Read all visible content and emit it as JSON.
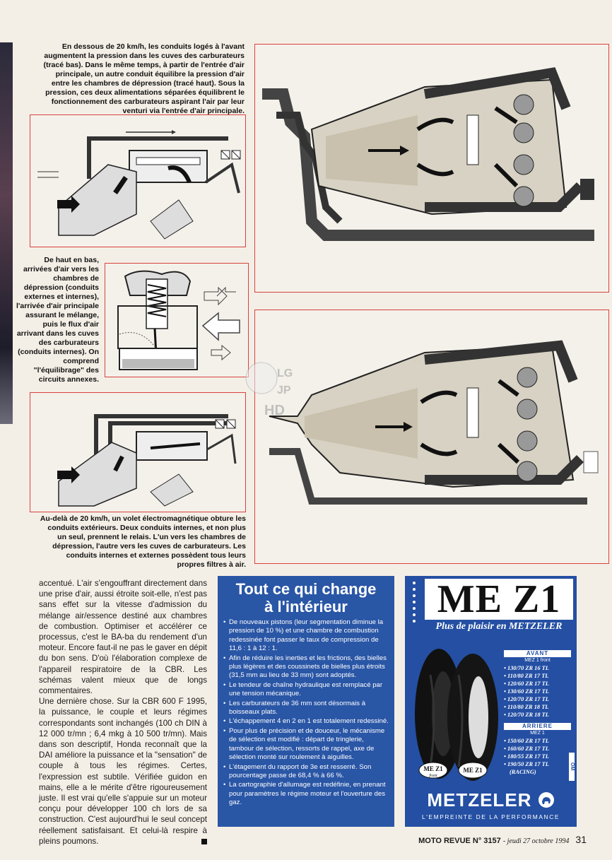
{
  "captions": {
    "top": "En dessous de 20 km/h, les conduits logés à l'avant augmentent la pression dans les cuves des carburateurs (tracé bas). Dans le même temps, à partir de l'entrée d'air principale, un autre conduit équilibre la pression d'air entre les chambres de dépression (tracé haut). Sous la pression, ces deux alimentations séparées équilibrent le fonctionnement des carburateurs aspirant l'air par leur venturi via l'entrée d'air principale.",
    "middle": "De haut en bas, arrivées d'air vers les chambres de dépression (conduits externes et internes), l'arrivée d'air principale assurant le mélange, puis le flux d'air arrivant dans les cuves des carburateurs (conduits internes). On comprend \"l'équilibrage\" des circuits annexes.",
    "bottom": "Au-delà de 20 km/h, un volet électromagnétique obture les conduits extérieurs. Deux conduits internes, et non plus un seul, prennent le relais. L'un vers les chambres de dépression, l'autre vers les cuves de carburateurs. Les conduits internes et externes possèdent tous leurs propres filtres à air."
  },
  "article": {
    "paragraph1": "accentué. L'air s'engouffrant directement dans une prise d'air, aussi étroite soit-elle, n'est pas sans effet sur la vitesse d'admission du mélange air/essence destiné aux chambres de combustion. Optimiser et accélérer ce processus, c'est le BA-ba du rendement d'un moteur. Encore faut-il ne pas le gaver en dépit du bon sens. D'où l'élaboration complexe de l'appareil respiratoire de la CBR. Les schémas valent mieux que de longs commentaires.",
    "paragraph2": "Une dernière chose. Sur la CBR 600 F 1995, la puissance, le couple et leurs régimes correspondants sont inchangés (100 ch DIN à 12 000 tr/mn ; 6,4 mkg à 10 500 tr/mn). Mais dans son descriptif, Honda reconnaît que la DAI améliore la puissance et la \"sensation\" de couple à tous les régimes. Certes, l'expression est subtile. Vérifiée guidon en mains, elle a le mérite d'être rigoureusement juste. Il est vrai qu'elle s'appuie sur un moteur conçu pour développer 100 ch lors de sa construction. C'est aujourd'hui le seul concept réellement satisfaisant. Et celui-là respire à pleins poumons."
  },
  "box": {
    "title_line1": "Tout ce qui change",
    "title_line2": "à l'intérieur",
    "items": [
      "De nouveaux pistons (leur segmentation diminue la pression de 10 %) et une chambre de combustion redessinée font passer le taux de compression de 11,6 : 1 à 12 : 1.",
      "Afin de réduire les inerties et les frictions, des bielles plus légères et des coussinets de bielles plus étroits (31,5 mm au lieu de 33 mm) sont adoptés.",
      "Le tendeur de chaîne hydraulique est remplacé par une tension mécanique.",
      "Les carburateurs de 36 mm sont désormais à boisseaux plats.",
      "L'échappement 4 en 2 en 1 est totalement redessiné.",
      "Pour plus de précision et de douceur, le mécanisme de sélection est modifié : départ de tringlerie, tambour de sélection, ressorts de rappel, axe de sélection monté sur roulement à aiguilles.",
      "L'étagement du rapport de 3e est resserré. Son pourcentage passe de 68,4 % à 66 %.",
      "La cartographie d'allumage est redéfinie, en prenant pour paramètres le régime moteur et l'ouverture des gaz."
    ]
  },
  "ad": {
    "title": "ME Z1",
    "tagline": "Plus de plaisir en METZELER",
    "front_head": "AVANT",
    "front_sub": "MEZ 1 front",
    "front_sizes": [
      "130/70 ZR 16 TL",
      "110/80 ZR 17 TL",
      "120/60 ZR 17 TL",
      "130/60 ZR 17 TL",
      "120/70 ZR 17 TL",
      "110/80 ZR 18 TL",
      "120/70 ZR 18 TL"
    ],
    "rear_head": "ARRIERE",
    "rear_sub": "MEZ 1",
    "rear_sizes": [
      "150/60 ZR 17 TL",
      "160/60 ZR 17 TL",
      "180/55 ZR 17 TL",
      "190/50 ZR 17 TL",
      "(RACING)"
    ],
    "tire_label_front": "ME Z1",
    "tire_label_front_sub": "front",
    "tire_label_rear": "ME Z1",
    "brand": "METZELER",
    "brand_tagline": "L'EMPREINTE DE LA PERFORMANCE",
    "side_mark": "OM"
  },
  "watermark": [
    "LG",
    "JP",
    "HD"
  ],
  "folio": {
    "magazine": "MOTO REVUE N° 3157",
    "date": "- jeudi 27 octobre 1994",
    "page": "31"
  }
}
